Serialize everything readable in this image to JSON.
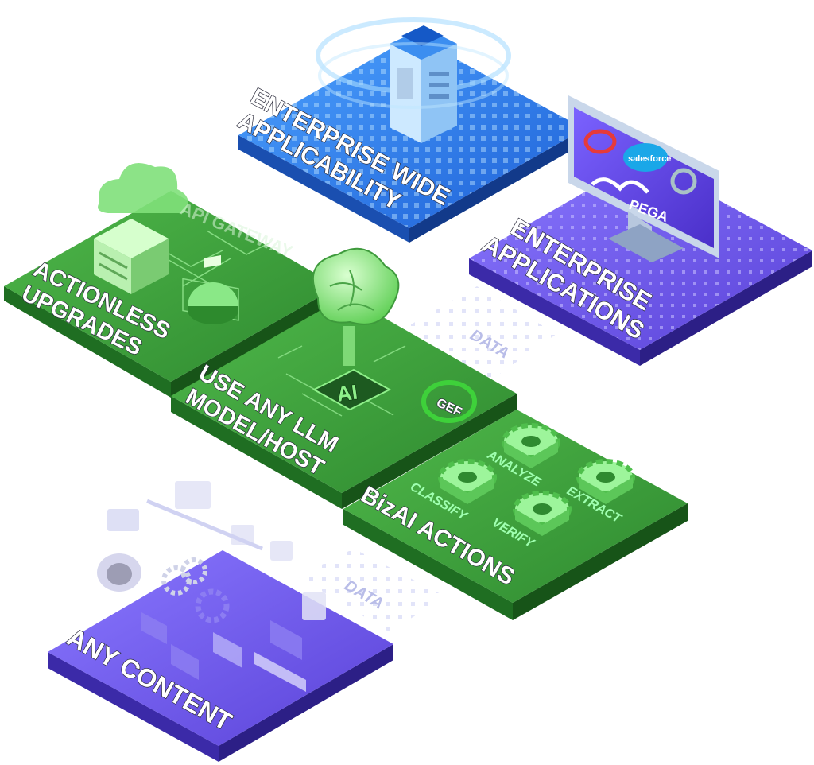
{
  "labels": {
    "enterprise_wide": [
      "ENTERPRISE WIDE",
      "APPLICABILITY"
    ],
    "enterprise_apps": [
      "ENTERPRISE",
      "APPLICATIONS"
    ],
    "actionless": [
      "ACTIONLESS",
      "UPGRADES"
    ],
    "api_gateway": "API GATEWAY",
    "llm": [
      "USE ANY LLM",
      "MODEL/HOST"
    ],
    "bizai": "BizAI ACTIONS",
    "any_content": "ANY CONTENT",
    "data_top": "DATA",
    "data_bottom": "DATA",
    "ai_chip": "AI",
    "gef_badge": "GEF"
  },
  "actions": [
    "ANALYZE",
    "EXTRACT",
    "CLASSIFY",
    "VERIFY"
  ],
  "brands": {
    "salesforce": "salesforce",
    "pega": "PEGA"
  },
  "colors": {
    "green_top": "#3aa53a",
    "green_side": "#1f6e22",
    "blue_top": "#2a7de0",
    "purple_top": "#6a55e6",
    "purple_side": "#3b2aa8"
  }
}
